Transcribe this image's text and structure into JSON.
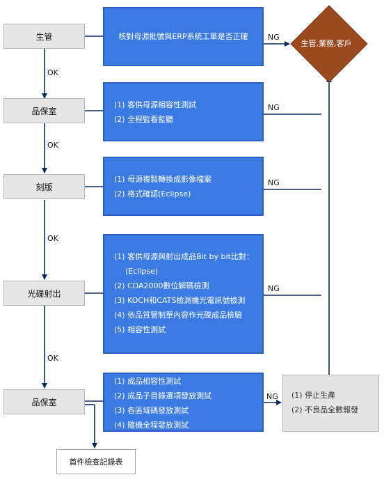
{
  "stages": [
    "生管",
    "品保室",
    "刻版",
    "光碟射出",
    "品保室"
  ],
  "tasks": [
    {
      "lines": [
        "核對母源批號與ERP系統工單是否正確"
      ]
    },
    {
      "lines": [
        "(1) 客供母源相容性測試",
        "(2) 全程監看監聽"
      ]
    },
    {
      "lines": [
        "(1) 母源複製轉換成影像檔案",
        "(2) 格式確認(Eclipse)"
      ]
    },
    {
      "lines": [
        "(1) 客供母源與射出成品Bit by bit比對：",
        "(Eclipse)",
        "(2) CDA2000數位解碼檢測",
        "(3) KOCH和CATS檢測機光電訊號檢測",
        "(4) 依品質管制單內容作光碟成品檢驗",
        "(5) 相容性測試"
      ]
    },
    {
      "lines": [
        "(1) 成品相容性測試",
        "(2) 成品子目錄選項發放測試",
        "(3) 各區域碼發放測試",
        "(4) 隨機全程發放測試"
      ]
    }
  ],
  "ok_label": "OK",
  "ng_label": "NG",
  "decision": "生管,業務,客戶",
  "fail_box": {
    "lines": [
      "(1) 停止生產",
      "(2) 不良品全數報發"
    ]
  },
  "record_box": "首件檢查記錄表"
}
